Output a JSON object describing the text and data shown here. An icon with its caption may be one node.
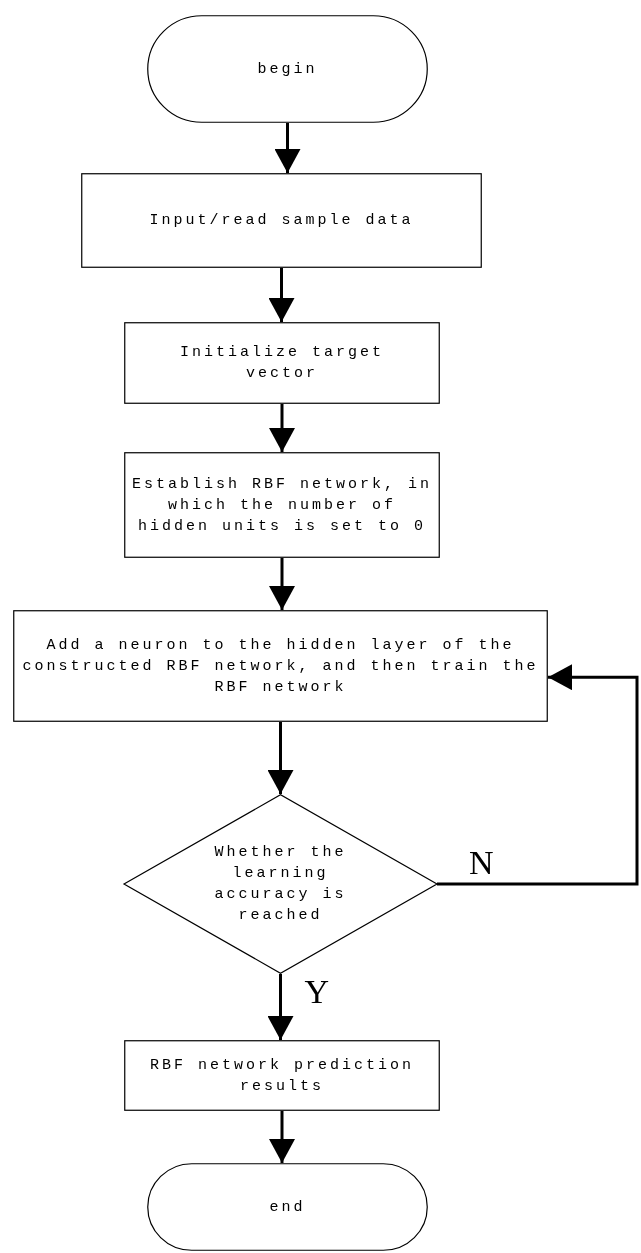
{
  "diagram": {
    "nodes": [
      {
        "text": [
          "begin"
        ]
      },
      {
        "text": [
          "Input/read sample data"
        ]
      },
      {
        "text": [
          "Initialize target vector"
        ]
      },
      {
        "text": [
          "Establish RBF network, in which the number of hidden units is set to 0"
        ]
      },
      {
        "text": [
          "Add a neuron to the hidden layer of the constructed RBF network, and then train the RBF network"
        ]
      },
      {
        "text": [
          "Whether the learning accuracy is reached"
        ]
      },
      {
        "text": [
          "RBF network prediction results"
        ]
      },
      {
        "text": [
          "end"
        ]
      }
    ],
    "edges": [
      {
        "from": 0,
        "to": 1,
        "arrow": "to"
      },
      {
        "from": 1,
        "to": 2,
        "arrow": "to"
      },
      {
        "from": 2,
        "to": 3,
        "arrow": "to"
      },
      {
        "from": 3,
        "to": 4,
        "arrow": "to"
      },
      {
        "from": 4,
        "to": 5,
        "arrow": "to"
      },
      {
        "from": 5,
        "to": 6,
        "arrow": "to",
        "label": "Y"
      },
      {
        "from": 6,
        "to": 7,
        "arrow": "to"
      },
      {
        "from": 5,
        "to": 4,
        "arrow": "to",
        "label": "N"
      }
    ]
  }
}
